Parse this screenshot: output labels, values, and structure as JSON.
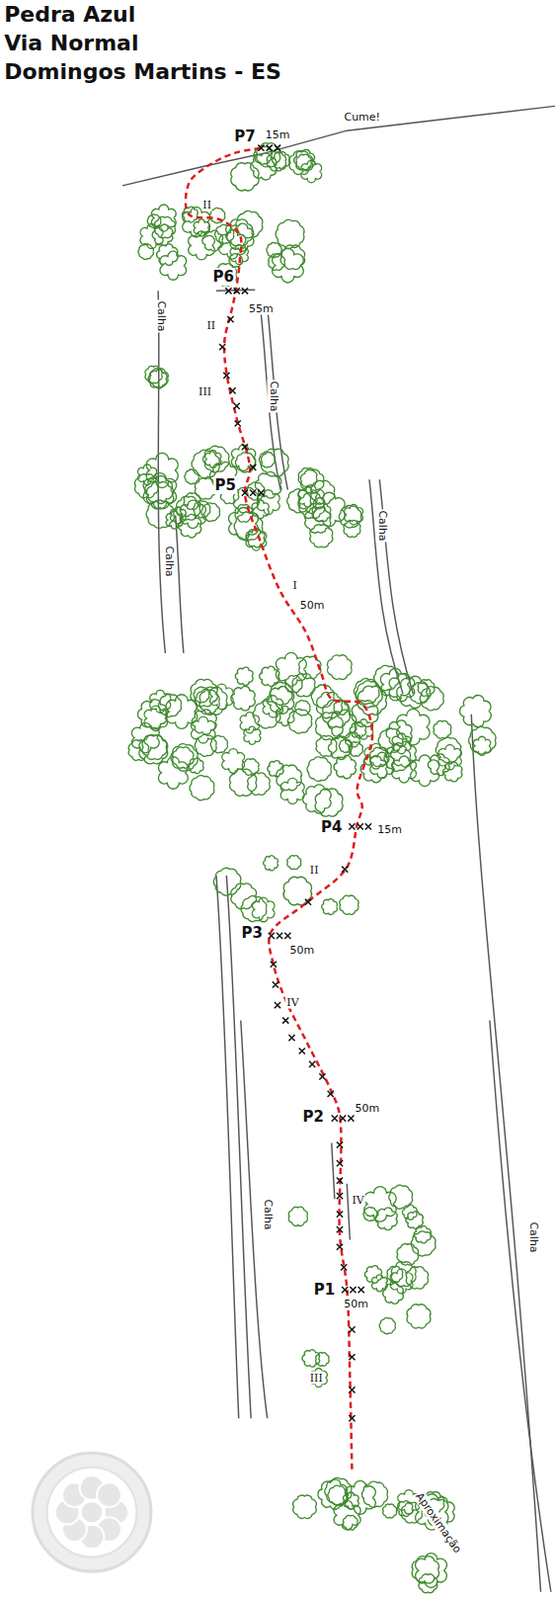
{
  "diagram": {
    "title": "Pedra Azul",
    "labels": [
      "Via Normal",
      "Domingos Martins - ES",
      "Cume!",
      "P7",
      "15m",
      "II",
      "P6",
      "55m",
      "II",
      "III",
      "Calha",
      "Calha",
      "P5",
      "Calha",
      "Calha",
      "I",
      "50m",
      "P4",
      "15m",
      "II",
      "P3",
      "50m",
      "IV",
      "P2",
      "50m",
      "IV",
      "Calha",
      "P1",
      "50m",
      "III",
      "Calha",
      "Aproximação"
    ]
  }
}
